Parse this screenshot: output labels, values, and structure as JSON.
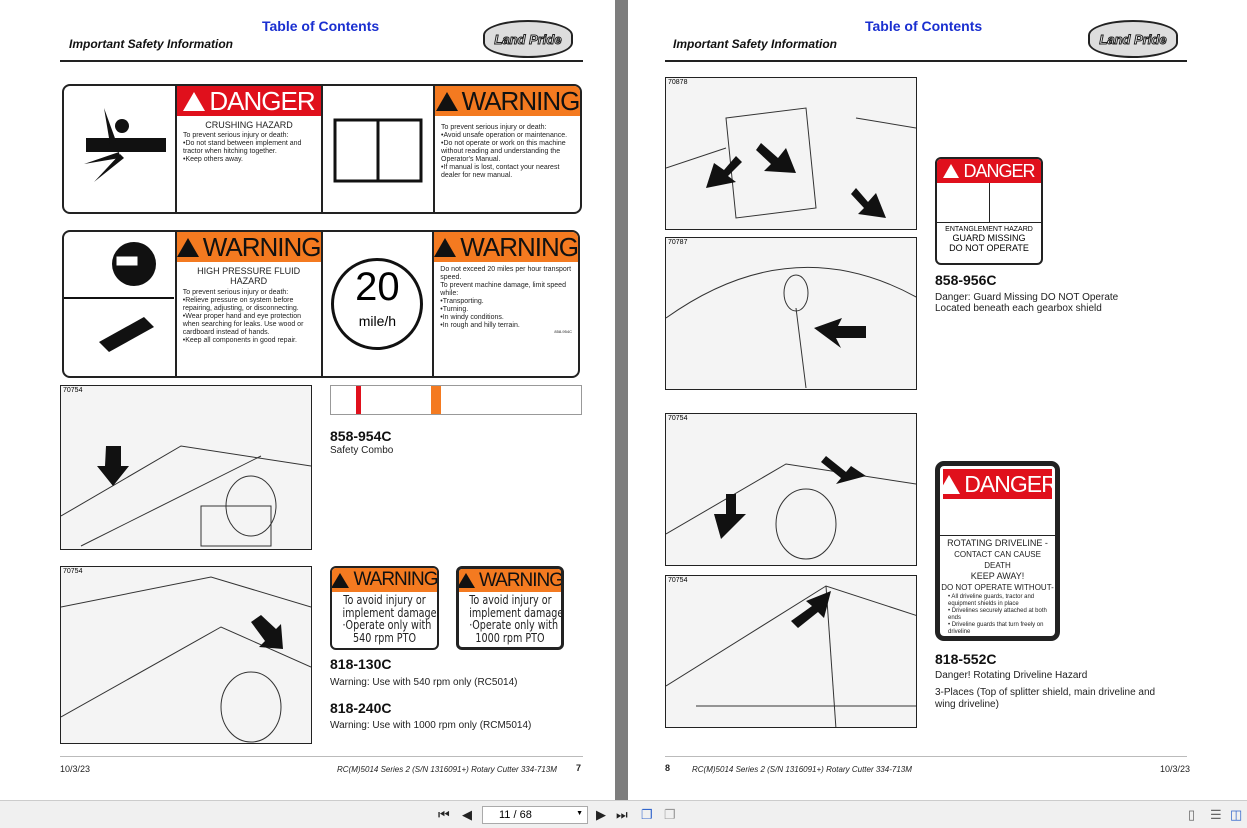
{
  "left_page": {
    "title": "Table of Contents",
    "section": "Important Safety Information",
    "logo": "Land Pride",
    "combo_label": {
      "danger": "DANGER",
      "warning": "WARNING",
      "crushing_title": "CRUSHING HAZARD",
      "crushing_lines": [
        "To prevent serious injury or death:",
        "•Do not stand between implement and tractor when hitching together.",
        "•Keep others away."
      ],
      "manual_lines": [
        "To prevent serious injury or death:",
        "•Avoid unsafe operation or maintenance.",
        "•Do not operate or work on this machine without reading and understanding the Operator's Manual.",
        "•If manual is lost, contact your nearest dealer for new manual."
      ],
      "fluid_title": "HIGH PRESSURE FLUID HAZARD",
      "fluid_lines": [
        "To prevent serious injury or death:",
        "•Relieve pressure on system before repairing, adjusting, or disconnecting.",
        "•Wear proper hand and eye protection when searching for leaks. Use wood or cardboard instead of hands.",
        "•Keep all components in good repair."
      ],
      "speed_number": "20",
      "speed_unit": "mile/h",
      "speed_lines": [
        "Do not exceed 20 miles per hour transport speed.",
        "To prevent machine damage, limit speed while:",
        "•Transporting.",
        "•Turning.",
        "•In windy conditions.",
        "•In rough and hilly terrain."
      ],
      "code": "858-954C"
    },
    "figures": [
      "70754",
      "70754"
    ],
    "items": [
      {
        "part": "858-954C",
        "desc": "Safety Combo"
      },
      {
        "part": "818-130C",
        "desc": "Warning: Use with 540 rpm only (RC5014)"
      },
      {
        "part": "818-240C",
        "desc": "Warning: Use with 1000 rpm only (RCM5014)"
      }
    ],
    "pto_540": [
      "To avoid injury or",
      "implement damage:",
      "·Operate only with",
      "540 rpm PTO"
    ],
    "pto_1000": [
      "To avoid injury or",
      "implement damage:",
      "·Operate only with",
      "1000 rpm PTO"
    ],
    "footer": {
      "date": "10/3/23",
      "doc": "RC(M)5014 Series 2 (S/N 1316091+) Rotary Cutter 334-713M",
      "page": "7"
    }
  },
  "right_page": {
    "title": "Table of Contents",
    "section": "Important Safety Information",
    "logo": "Land Pride",
    "figures": [
      "70878",
      "70787",
      "70754",
      "70754"
    ],
    "label_956": {
      "danger": "DANGER",
      "l1": "ENTANGLEMENT HAZARD",
      "l2": "GUARD MISSING",
      "l3": "DO NOT OPERATE"
    },
    "label_552": {
      "danger": "DANGER",
      "l1": "ROTATING DRIVELINE -",
      "l2": "CONTACT CAN CAUSE DEATH",
      "l3": "KEEP AWAY!",
      "l4": "DO NOT OPERATE WITHOUT-",
      "b1": "• All driveline guards, tractor and equipment shields in place",
      "b2": "• Drivelines securely attached at both ends",
      "b3": "• Driveline guards that turn freely on driveline"
    },
    "items": [
      {
        "part": "858-956C",
        "desc": "Danger: Guard Missing DO NOT Operate",
        "desc2": "Located beneath each gearbox shield"
      },
      {
        "part": "818-552C",
        "desc": "Danger! Rotating Driveline Hazard",
        "desc2": "3-Places (Top of splitter shield, main driveline and wing driveline)"
      }
    ],
    "footer": {
      "page": "8",
      "doc": "RC(M)5014 Series 2 (S/N 1316091+) Rotary Cutter 334-713M",
      "date": "10/3/23"
    }
  },
  "toolbar": {
    "page_value": "11 / 68",
    "icons": [
      "first-page",
      "prev-page",
      "next-page",
      "last-page",
      "fit-page",
      "fit-width",
      "single-page",
      "continuous",
      "two-page"
    ]
  }
}
